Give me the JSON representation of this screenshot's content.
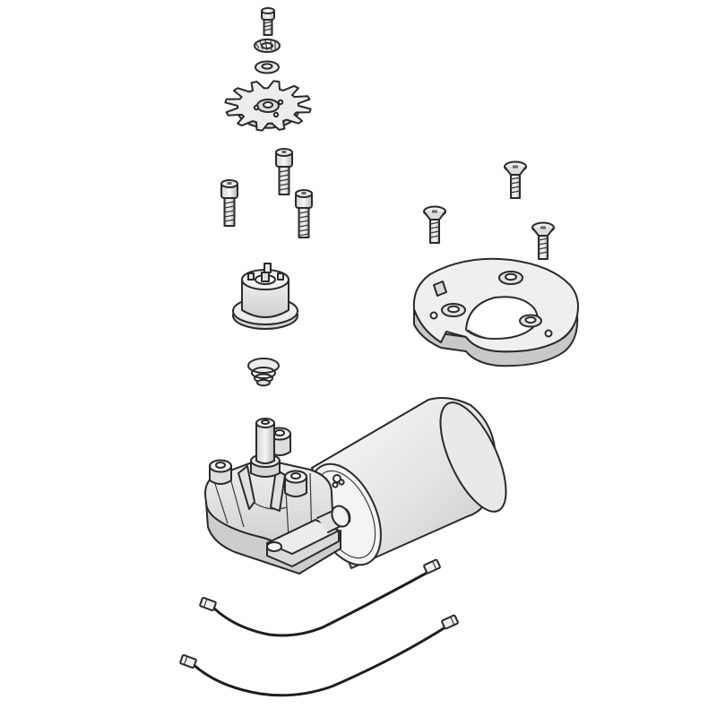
{
  "colors": {
    "background": "#ffffff",
    "line": "#2a2a2a",
    "part_light": "#f3f3f3",
    "part_mid": "#dcdcdc",
    "part_dark": "#bdbdbd",
    "wire": "#1e1e1e"
  },
  "parts": [
    {
      "name": "top-screw"
    },
    {
      "name": "lock-washer"
    },
    {
      "name": "flat-washer"
    },
    {
      "name": "sprocket"
    },
    {
      "name": "socket-cap-screws",
      "count": 3
    },
    {
      "name": "countersunk-screws",
      "count": 3
    },
    {
      "name": "mounting-plate"
    },
    {
      "name": "bearing-sleeve"
    },
    {
      "name": "spring"
    },
    {
      "name": "gear-motor"
    },
    {
      "name": "connector-cables",
      "count": 2
    }
  ]
}
